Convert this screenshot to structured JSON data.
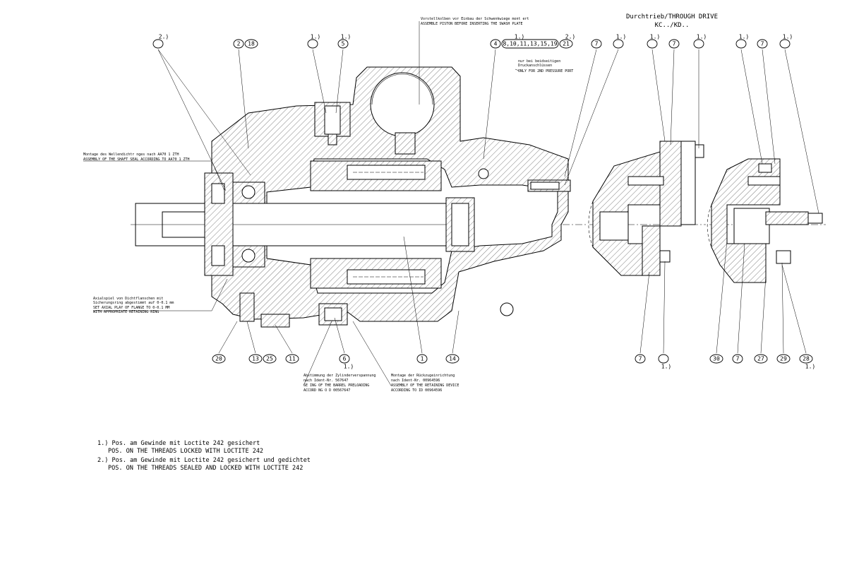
{
  "title": {
    "line1": "Durchtrieb/THROUGH DRIVE",
    "line2": "KC../KD.."
  },
  "notes": {
    "piston_de": "Vorstellkolben vor Einbau der Schwenkwiege mont ert",
    "piston_en": "ASSEMBLE PISTON BEFORE INSERTING THE SWASH PLATE",
    "port_de1": "nur bei beidseitigen",
    "port_de2": "Druckanschlüssen",
    "port_en": "ONLY FOR 2ND PRESSURE PORT",
    "seal_de": "Montage des Wellendichtr nges nach AA70 1 ZTH",
    "seal_en": "ASSEMBLY OF THE SHAFT SEAL ACCORDING TO AA70 1 ZTH",
    "axial_de1": "Axialspiel von Dichtflanschen mit",
    "axial_de2": "Sicherungsring abgestimmt auf 0-0.1 mm",
    "axial_en1": "SET AXIAL PLAY OF FLANGE TO 0-0.1 MM",
    "axial_en2": "WITH APPROPRIATE RETAINING RING",
    "cyl_de1": "Abstimmung der Zylinderverspannung",
    "cyl_de2": "nach Ident-Nr. 567647",
    "cyl_en1": "SE  ING OF THE BARREL PRELOADING",
    "cyl_en2": "ACCORD NG  O   D 00567647",
    "ret_de1": "Montage der Rückzugeinrichtung",
    "ret_de2": "nach Ident-Nr. 00964596",
    "ret_en1": "ASSEMBLY OF THE RETAINING DEVICE",
    "ret_en2": "ACCORDING TO ID 00964596"
  },
  "callouts": {
    "top_note2": "2.)",
    "top_2": "2",
    "top_18": "18",
    "top_n1a": "1.)",
    "top_n1b": "1.)",
    "top_5": "5",
    "top_n1c": "1.)",
    "top_4": "4",
    "top_list": "8,10,11,13,15,19",
    "top_n2": "2.)",
    "top_21": "21",
    "top_7a": "7",
    "top_n1d": "1.)",
    "top_n1e": "1.)",
    "top_7b": "7",
    "top_n1f": "1.)",
    "top_n1g": "1.)",
    "top_7c": "7",
    "top_n1h": "1.)",
    "bot_20": "20",
    "bot_13": "13",
    "bot_25": "25",
    "bot_11": "11",
    "bot_6": "6",
    "bot_n1a": "1.)",
    "bot_1": "1",
    "bot_14": "14",
    "bot_7a": "7",
    "bot_n1b": "1.)",
    "bot_30": "30",
    "bot_7b": "7",
    "bot_27": "27",
    "bot_29": "29",
    "bot_28": "28",
    "bot_n1c": "1.)"
  },
  "footnotes": {
    "f1_de": "1.) Pos. am Gewinde mit Loctite 242 gesichert",
    "f1_en": "POS. ON THE THREADS LOCKED WITH LOCTITE 242",
    "f2_de": "2.) Pos. am Gewinde mit Loctite 242 gesichert und gedichtet",
    "f2_en": "POS. ON THE THREADS SEALED AND LOCKED WITH LOCTITE 242"
  },
  "icons": {
    "main": "pump-cross-section-drawing",
    "detail1": "through-drive-detail-1",
    "detail2": "through-drive-detail-2"
  }
}
